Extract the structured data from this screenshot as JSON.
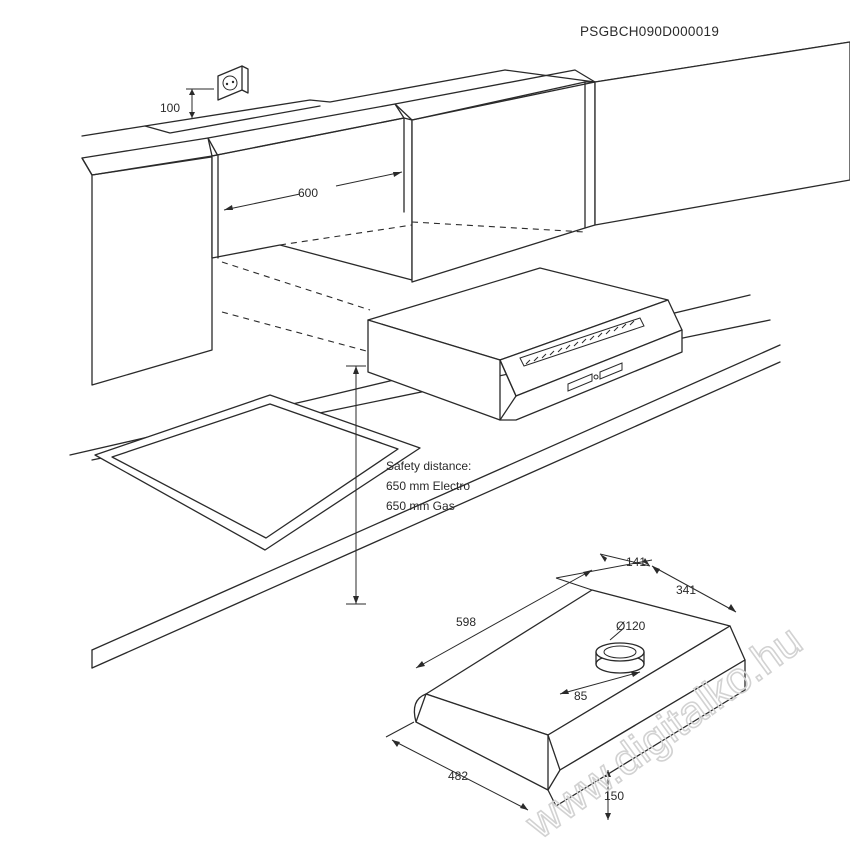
{
  "document_code": "PSGBCH090D000019",
  "dimensions": {
    "socket_height": "100",
    "cabinet_width": "600",
    "hood_depth": "141",
    "hood_width_top": "341",
    "hood_length": "598",
    "duct_diameter": "Ø120",
    "duct_offset": "85",
    "hood_front_width": "482",
    "hood_height": "150"
  },
  "safety_note": {
    "line1": "Safety distance:",
    "line2": "650 mm Electro",
    "line3": "650 mm Gas"
  },
  "watermark": "www.digitalko.hu"
}
